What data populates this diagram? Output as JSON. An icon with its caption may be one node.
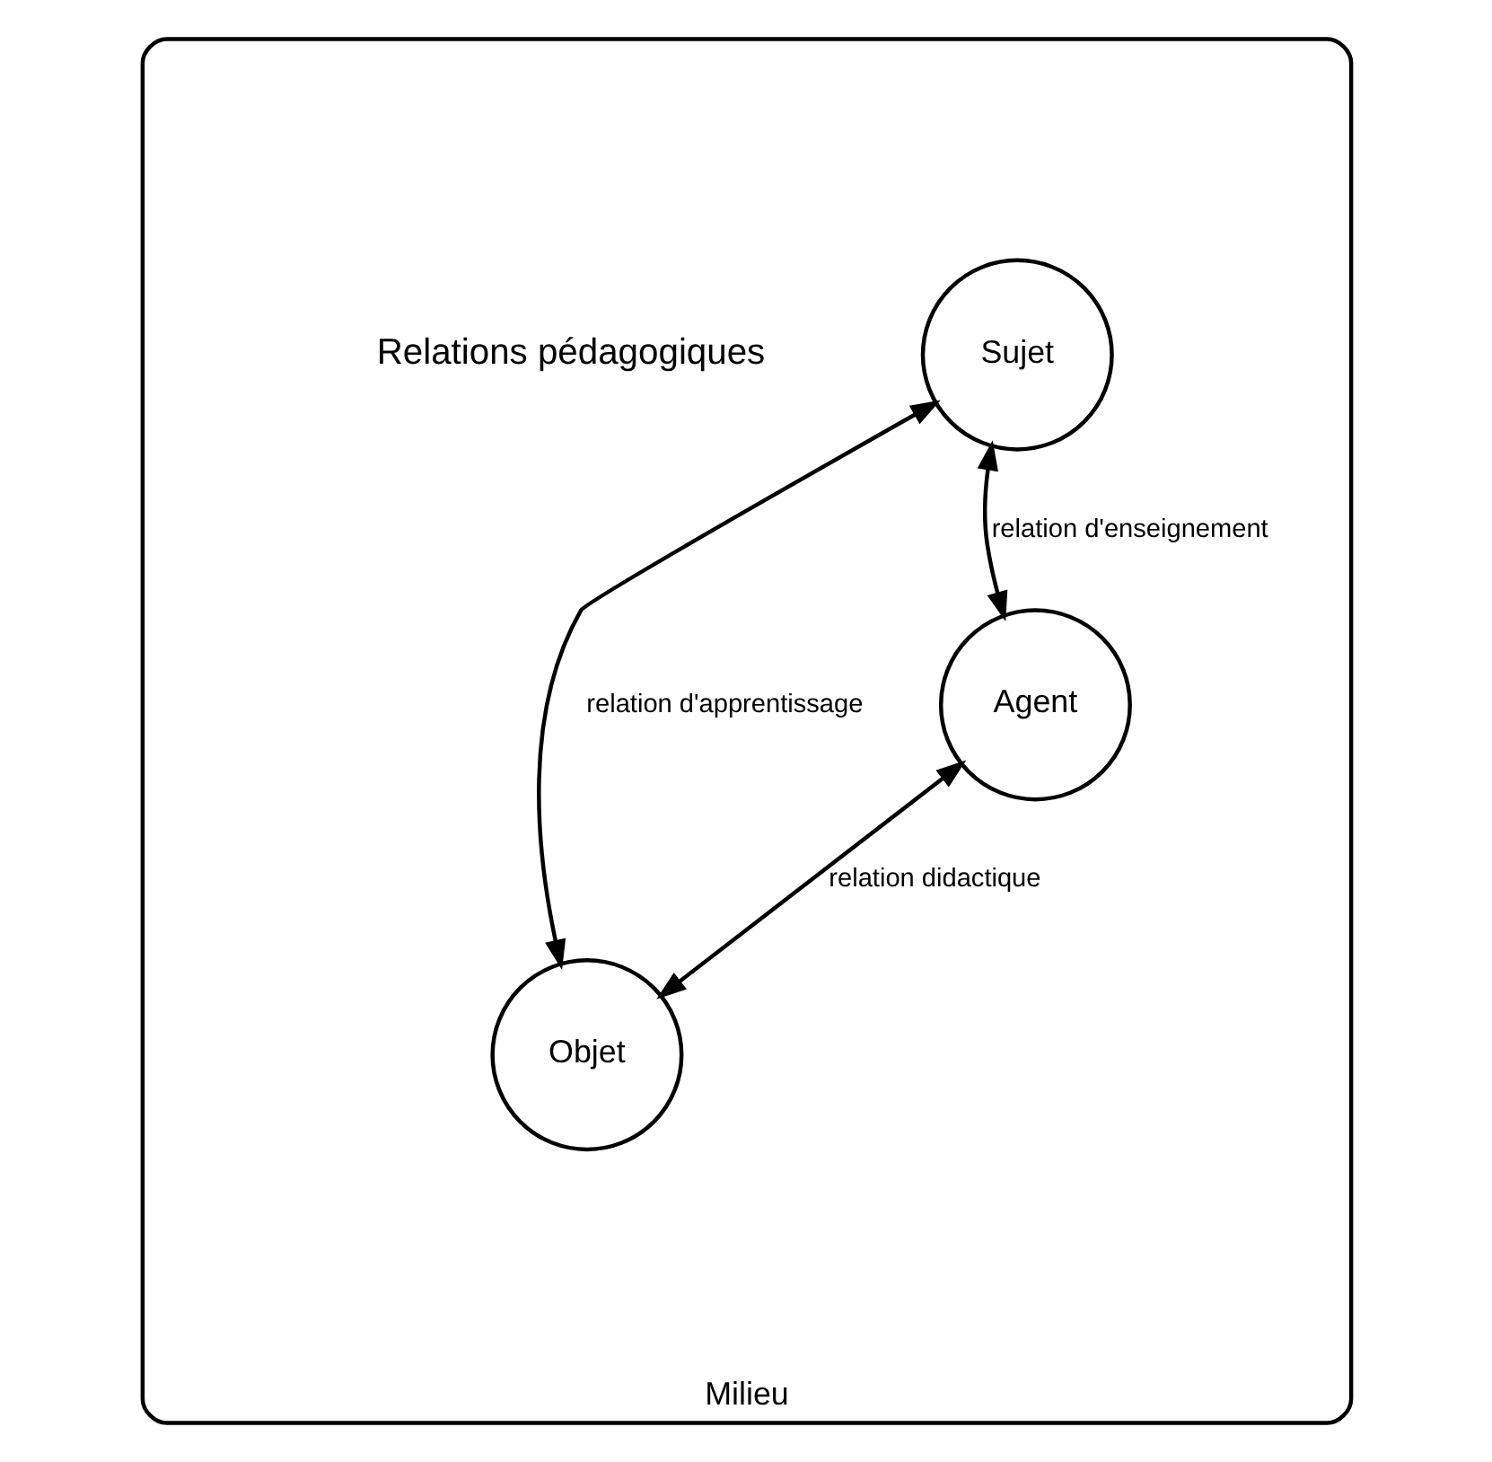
{
  "diagram": {
    "nodes": [
      {
        "text": [
          "Milieu"
        ]
      },
      {
        "text": [
          "Sujet"
        ],
        "in": 0
      },
      {
        "text": [
          "Objet"
        ],
        "in": 0
      },
      {
        "text": [
          "Agent"
        ],
        "in": 0
      }
    ],
    "edges": [
      {
        "from": 1,
        "to": 2,
        "arrow": "both",
        "label": "relation d'apprentissage"
      },
      {
        "from": 1,
        "to": 3,
        "arrow": "both",
        "label": "relation d'enseignement"
      },
      {
        "from": 3,
        "to": 2,
        "arrow": "both",
        "label": "relation didactique"
      }
    ],
    "labels": [
      "Relations pédagogiques"
    ]
  }
}
